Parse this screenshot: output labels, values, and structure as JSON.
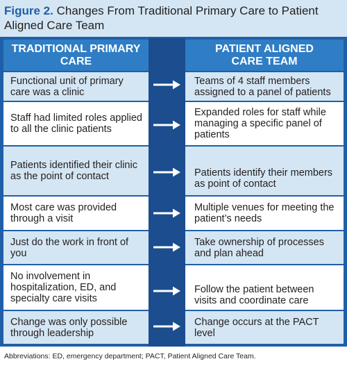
{
  "figure": {
    "label": "Figure 2.",
    "title": "Changes From Traditional Primary Care to Patient Aligned Care Team"
  },
  "columns": {
    "left_header": "TRADITIONAL PRIMARY\nCARE",
    "right_header": "PATIENT ALIGNED\nCARE TEAM"
  },
  "rows": [
    {
      "traditional": "Functional unit of primary care was a clinic",
      "pact": "Teams of 4 staff members assigned to a panel of patients"
    },
    {
      "traditional": "Staff had limited roles applied to all the clinic patients",
      "pact": "Expanded roles for staff while managing a specific panel of patients"
    },
    {
      "traditional": "Patients identified their clinic as the point of contact",
      "pact": "Patients identify their members as point of contact"
    },
    {
      "traditional": "Most care was provided through a visit",
      "pact": "Multiple venues for meeting the patient’s needs"
    },
    {
      "traditional": "Just do the work in front of you",
      "pact": "Take ownership of processes and plan ahead"
    },
    {
      "traditional": "No involvement in hospitalization, ED, and specialty care visits",
      "pact": "Follow the patient between visits and coordinate care"
    },
    {
      "traditional": "Change was only possible through leadership",
      "pact": "Change occurs at the PACT level"
    }
  ],
  "footnote": "Abbreviations: ED, emergency department; PACT, Patient Aligned Care Team.",
  "colors": {
    "title_label": "#1f5fa8",
    "title_background": "#d4e6f3",
    "frame_blue": "#1f5fa8",
    "header_blue": "#2f7dc4",
    "light_cell": "#d4e6f3",
    "arrow_column": "#1b4d8f"
  },
  "icons": {
    "row_arrow": "right-arrow-icon"
  }
}
